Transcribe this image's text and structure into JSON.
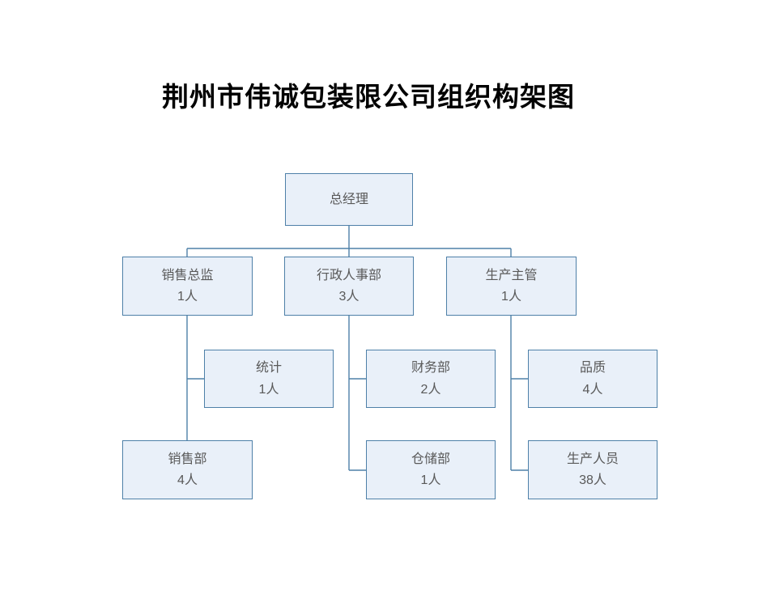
{
  "title": "荆州市伟诚包装限公司组织构架图",
  "colors": {
    "box_fill": "#e9f0f9",
    "box_border": "#4e80a8",
    "connector_line": "#4e80a8",
    "label_text": "#595959",
    "title_text": "#000000"
  },
  "org_chart": {
    "type": "org-tree",
    "root": {
      "label": "总经理"
    },
    "branches": [
      {
        "head": {
          "label": "销售总监",
          "count": "1人"
        },
        "children": [
          {
            "label": "统计",
            "count": "1人"
          },
          {
            "label": "销售部",
            "count": "4人"
          }
        ]
      },
      {
        "head": {
          "label": "行政人事部",
          "count": "3人"
        },
        "children": [
          {
            "label": "财务部",
            "count": "2人"
          },
          {
            "label": "仓储部",
            "count": "1人"
          }
        ]
      },
      {
        "head": {
          "label": "生产主管",
          "count": "1人"
        },
        "children": [
          {
            "label": "品质",
            "count": "4人"
          },
          {
            "label": "生产人员",
            "count": "38人"
          }
        ]
      }
    ]
  }
}
